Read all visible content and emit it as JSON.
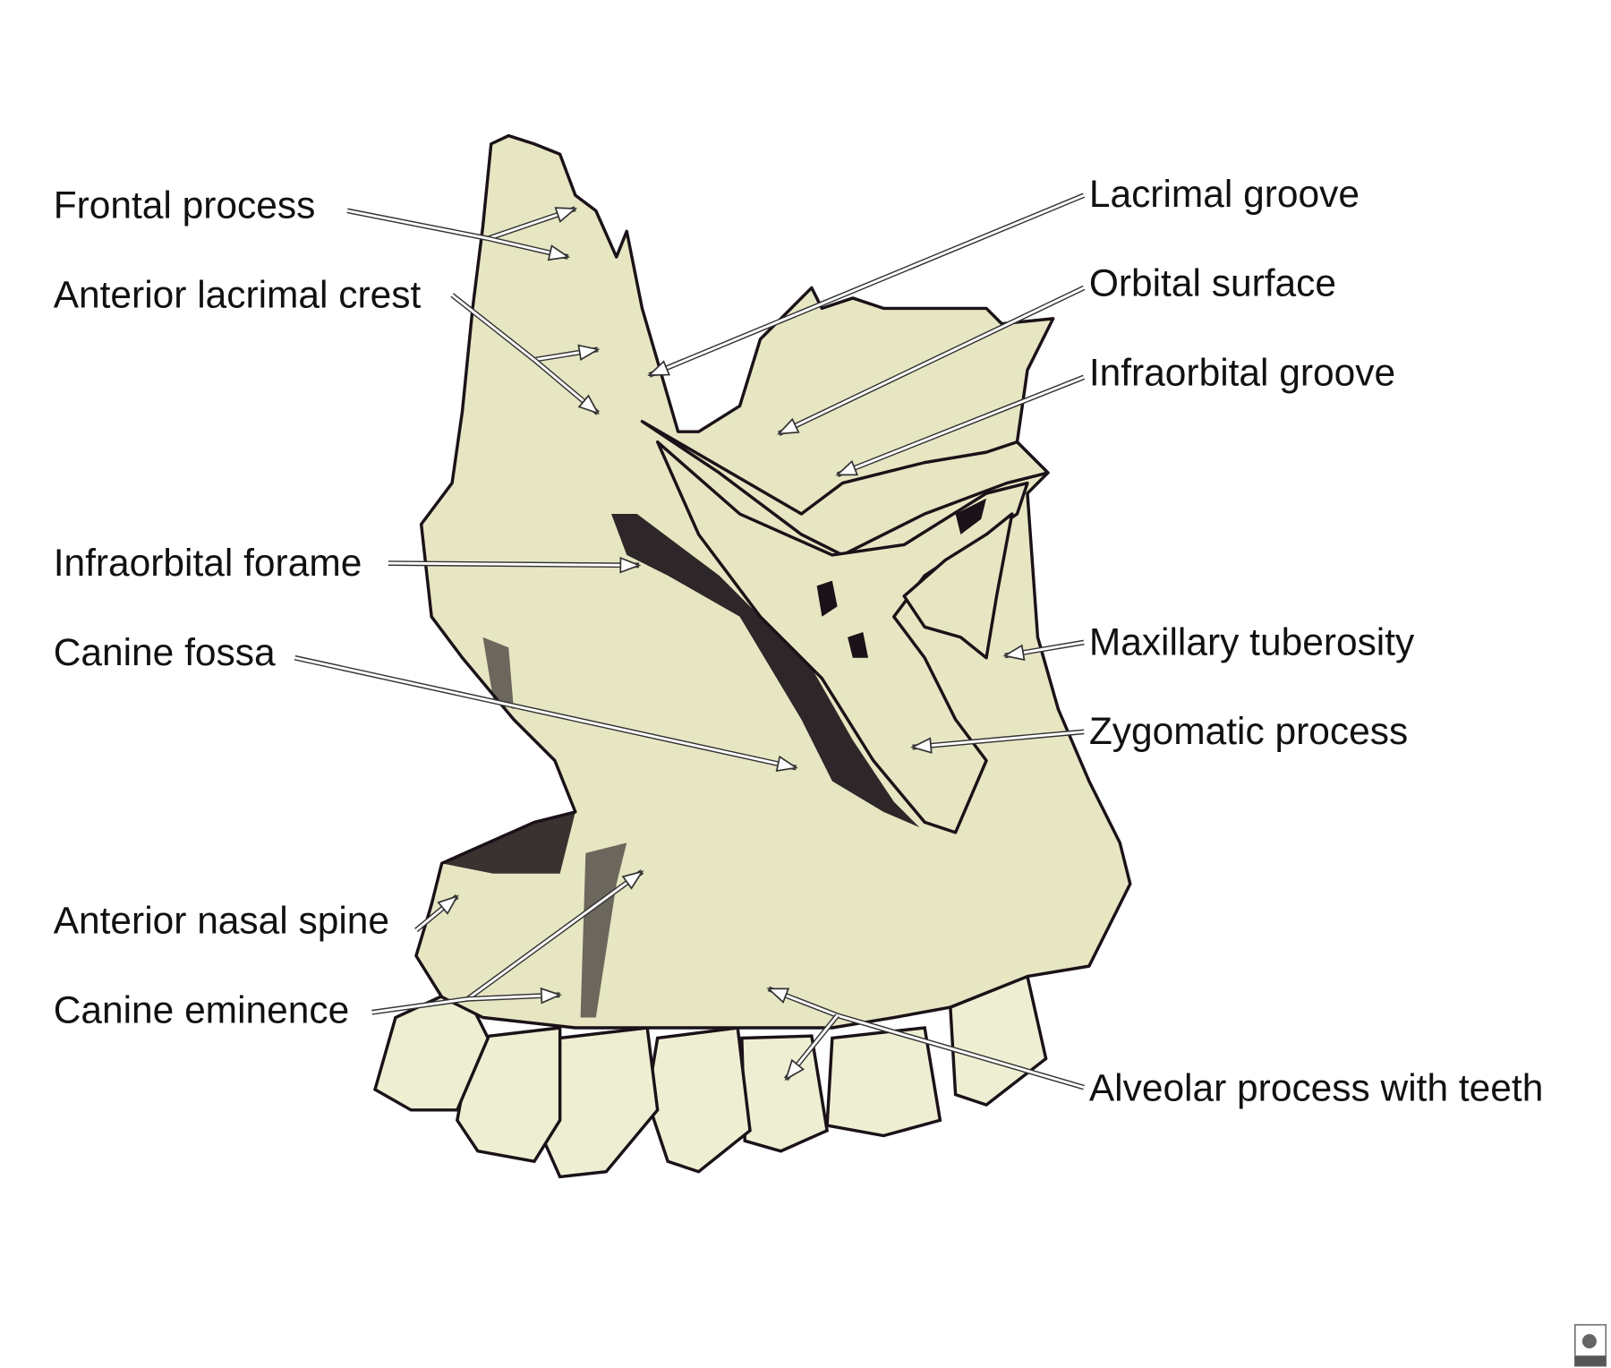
{
  "labels_left": [
    {
      "text": "Frontal process"
    },
    {
      "text": "Anterior lacrimal crest"
    },
    {
      "text": "Infraorbital forame"
    },
    {
      "text": "Canine fossa"
    },
    {
      "text": "Anterior nasal spine"
    },
    {
      "text": "Canine eminence"
    }
  ],
  "labels_right": [
    {
      "text": "Lacrimal groove"
    },
    {
      "text": "Orbital surface"
    },
    {
      "text": "Infraorbital groove"
    },
    {
      "text": "Maxillary tuberosity"
    },
    {
      "text": "Zygomatic process"
    },
    {
      "text": "Alveolar process with teeth"
    }
  ],
  "logo": "e",
  "colors": {
    "bone": "#e6e6c3",
    "outline": "#1a1218"
  }
}
